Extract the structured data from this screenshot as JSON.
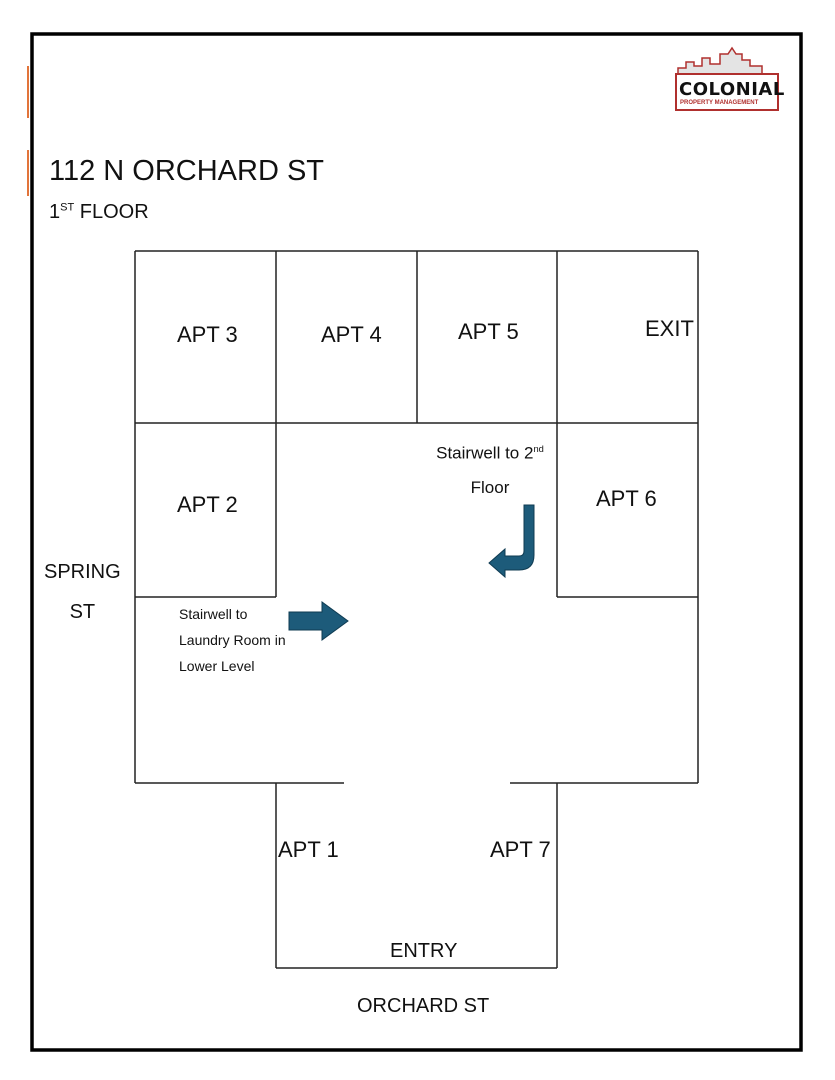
{
  "header": {
    "title": "112 N ORCHARD ST",
    "floor_number": "1",
    "floor_suffix": "ST",
    "floor_label": "FLOOR"
  },
  "logo": {
    "name": "COLONIAL",
    "tagline": "PROPERTY MANAGEMENT"
  },
  "rooms": {
    "apt1": "APT 1",
    "apt2": "APT 2",
    "apt3": "APT 3",
    "apt4": "APT 4",
    "apt5": "APT 5",
    "apt6": "APT 6",
    "apt7": "APT 7",
    "exit": "EXIT",
    "entry": "ENTRY"
  },
  "streets": {
    "west_line1": "SPRING",
    "west_line2": "ST",
    "south": "ORCHARD ST"
  },
  "notes": {
    "stair_up_prefix": "Stairwell to 2",
    "stair_up_sup": "nd",
    "stair_up_line2": "Floor",
    "stair_down_line1": "Stairwell to",
    "stair_down_line2": "Laundry Room in",
    "stair_down_line3": "Lower Level"
  },
  "colors": {
    "arrow": "#1d5b7a",
    "accent": "#e2743a",
    "logo_red": "#b0302e"
  }
}
